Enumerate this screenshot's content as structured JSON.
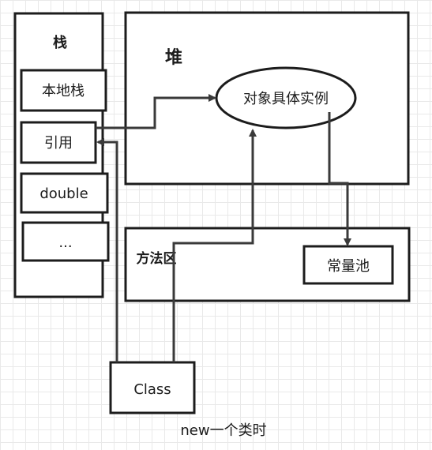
{
  "stack": {
    "title": "栈",
    "items": [
      "本地栈",
      "引用",
      "double",
      "..."
    ]
  },
  "heap": {
    "title": "堆",
    "object": "对象具体实例"
  },
  "method_area": {
    "title": "方法区",
    "constant_pool": "常量池"
  },
  "class_box": "Class",
  "caption": "new一个类时",
  "colors": {
    "stroke": "#1c1c1c",
    "arrow": "#3a3a3a",
    "grid": "#e9e9e9",
    "background": "#ffffff"
  }
}
